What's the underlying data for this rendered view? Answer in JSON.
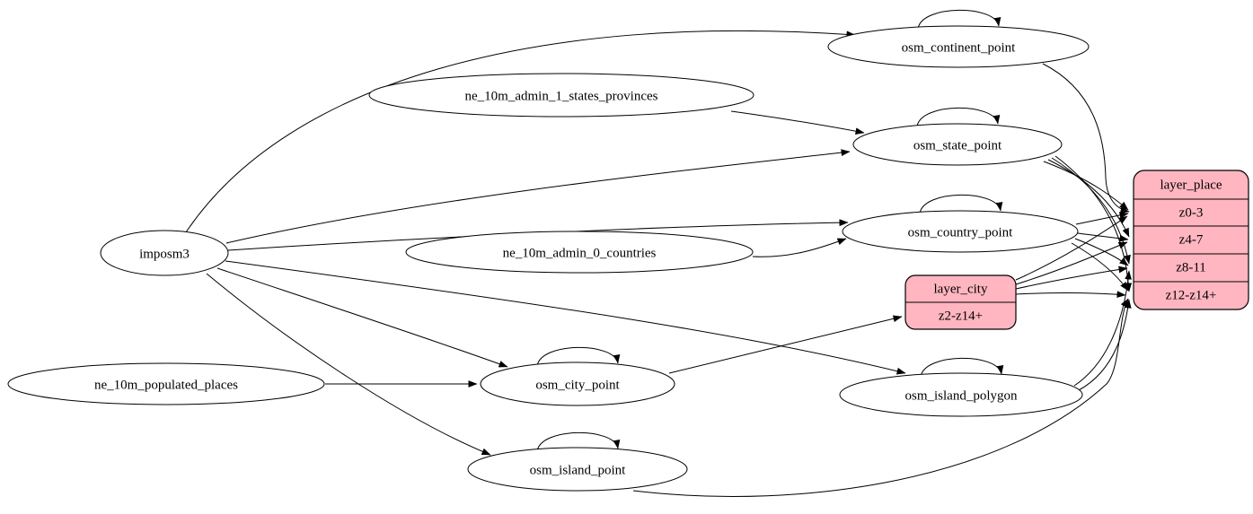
{
  "diagram": {
    "kind": "etl-graph",
    "background_color": "#ffffff",
    "node_fill": "#ffffff",
    "node_stroke": "#000000",
    "layer_fill": "#ffb6c1",
    "nodes": {
      "imposm3": "imposm3",
      "ne_10m_admin_1_states_provinces": "ne_10m_admin_1_states_provinces",
      "ne_10m_admin_0_countries": "ne_10m_admin_0_countries",
      "ne_10m_populated_places": "ne_10m_populated_places",
      "osm_continent_point": "osm_continent_point",
      "osm_state_point": "osm_state_point",
      "osm_country_point": "osm_country_point",
      "osm_city_point": "osm_city_point",
      "osm_island_polygon": "osm_island_polygon",
      "osm_island_point": "osm_island_point"
    },
    "records": {
      "layer_city": {
        "title": "layer_city",
        "rows": [
          "z2-z14+"
        ]
      },
      "layer_place": {
        "title": "layer_place",
        "rows": [
          "z0-3",
          "z4-7",
          "z8-11",
          "z12-z14+"
        ]
      }
    },
    "edges": [
      {
        "from": "imposm3",
        "to": "osm_continent_point"
      },
      {
        "from": "imposm3",
        "to": "osm_state_point"
      },
      {
        "from": "imposm3",
        "to": "osm_country_point"
      },
      {
        "from": "imposm3",
        "to": "osm_city_point"
      },
      {
        "from": "imposm3",
        "to": "osm_island_polygon"
      },
      {
        "from": "imposm3",
        "to": "osm_island_point"
      },
      {
        "from": "ne_10m_admin_1_states_provinces",
        "to": "osm_state_point"
      },
      {
        "from": "ne_10m_admin_0_countries",
        "to": "osm_country_point"
      },
      {
        "from": "ne_10m_populated_places",
        "to": "osm_city_point"
      },
      {
        "from": "osm_continent_point",
        "to": "osm_continent_point"
      },
      {
        "from": "osm_state_point",
        "to": "osm_state_point"
      },
      {
        "from": "osm_country_point",
        "to": "osm_country_point"
      },
      {
        "from": "osm_city_point",
        "to": "osm_city_point"
      },
      {
        "from": "osm_island_polygon",
        "to": "osm_island_polygon"
      },
      {
        "from": "osm_island_point",
        "to": "osm_island_point"
      },
      {
        "from": "osm_city_point",
        "to": "layer_city:z2-z14+"
      },
      {
        "from": "osm_continent_point",
        "to": "layer_place:z0-3"
      },
      {
        "from": "osm_state_point",
        "to": "layer_place:z0-3"
      },
      {
        "from": "osm_state_point",
        "to": "layer_place:z4-7"
      },
      {
        "from": "osm_state_point",
        "to": "layer_place:z8-11"
      },
      {
        "from": "osm_state_point",
        "to": "layer_place:z12-z14+"
      },
      {
        "from": "osm_country_point",
        "to": "layer_place:z0-3"
      },
      {
        "from": "osm_country_point",
        "to": "layer_place:z4-7"
      },
      {
        "from": "osm_country_point",
        "to": "layer_place:z8-11"
      },
      {
        "from": "osm_country_point",
        "to": "layer_place:z12-z14+"
      },
      {
        "from": "layer_city",
        "to": "layer_place:z0-3"
      },
      {
        "from": "layer_city",
        "to": "layer_place:z4-7"
      },
      {
        "from": "layer_city",
        "to": "layer_place:z8-11"
      },
      {
        "from": "layer_city",
        "to": "layer_place:z12-z14+"
      },
      {
        "from": "osm_island_polygon",
        "to": "layer_place:z8-11"
      },
      {
        "from": "osm_island_polygon",
        "to": "layer_place:z12-z14+"
      },
      {
        "from": "osm_island_point",
        "to": "layer_place:z12-z14+"
      }
    ]
  }
}
